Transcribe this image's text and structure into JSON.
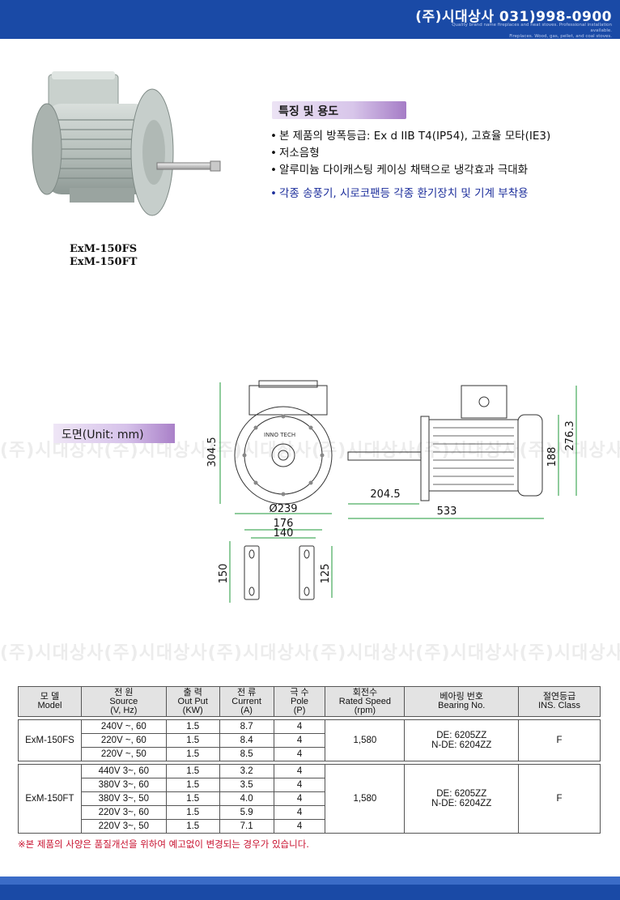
{
  "header": {
    "company_phone": "(주)시대상사 031)998-0900",
    "tagline_line1": "Quality brand name fireplaces and heat stoves. Professional installation available.",
    "tagline_line2": "Fireplaces. Wood, gas, pellet, and coal stoves."
  },
  "product": {
    "models": [
      "ExM-150FS",
      "ExM-150FT"
    ]
  },
  "features": {
    "title": "특징 및 용도",
    "items": [
      "본 제품의 방폭등급: Ex d IIB T4(IP54), 고효율 모타(IE3)",
      "저소음형",
      "알루미늄 다이캐스팅 케이싱 채택으로 냉각효과 극대화"
    ],
    "use": "각종 송풍기, 시로코팬등 각종 환기장치 및 기계 부착용"
  },
  "drawing": {
    "title": "도면(Unit: mm)",
    "brand_label": "INNO TECH",
    "dims": {
      "height": "304.5",
      "diameter": "Ø239",
      "shaft": "204.5",
      "length": "533",
      "h188": "188",
      "h2763": "276.3",
      "w176": "176",
      "w140": "140",
      "h150": "150",
      "h125": "125"
    }
  },
  "watermark": "(주)시대상사",
  "table": {
    "headers": [
      {
        "ko": "모 델",
        "en": "Model"
      },
      {
        "ko": "전 원",
        "en": "Source",
        "unit": "(V, Hz)"
      },
      {
        "ko": "출 력",
        "en": "Out Put",
        "unit": "(KW)"
      },
      {
        "ko": "전 류",
        "en": "Current",
        "unit": "(A)"
      },
      {
        "ko": "극 수",
        "en": "Pole",
        "unit": "(P)"
      },
      {
        "ko": "회전수",
        "en": "Rated Speed",
        "unit": "(rpm)"
      },
      {
        "ko": "베아링 번호",
        "en": "Bearing No."
      },
      {
        "ko": "절연등급",
        "en": "INS. Class"
      }
    ],
    "groups": [
      {
        "model": "ExM-150FS",
        "speed": "1,580",
        "bearing_de": "DE: 6205ZZ",
        "bearing_nde": "N-DE: 6204ZZ",
        "ins_class": "F",
        "rows": [
          {
            "source": "240V ~, 60",
            "output": "1.5",
            "current": "8.7",
            "pole": "4"
          },
          {
            "source": "220V ~, 60",
            "output": "1.5",
            "current": "8.4",
            "pole": "4"
          },
          {
            "source": "220V ~, 50",
            "output": "1.5",
            "current": "8.5",
            "pole": "4"
          }
        ]
      },
      {
        "model": "ExM-150FT",
        "speed": "1,580",
        "bearing_de": "DE: 6205ZZ",
        "bearing_nde": "N-DE: 6204ZZ",
        "ins_class": "F",
        "rows": [
          {
            "source": "440V 3~, 60",
            "output": "1.5",
            "current": "3.2",
            "pole": "4"
          },
          {
            "source": "380V 3~, 60",
            "output": "1.5",
            "current": "3.5",
            "pole": "4"
          },
          {
            "source": "380V 3~, 50",
            "output": "1.5",
            "current": "4.0",
            "pole": "4"
          },
          {
            "source": "220V 3~, 60",
            "output": "1.5",
            "current": "5.9",
            "pole": "4"
          },
          {
            "source": "220V 3~, 50",
            "output": "1.5",
            "current": "7.1",
            "pole": "4"
          }
        ]
      }
    ]
  },
  "footnote": "※본 제품의 사양은 품질개선을 위하여 예고없이 변경되는 경우가 있습니다.",
  "colors": {
    "header_blue": "#1a4aa6",
    "use_text_blue": "#1d2f9c",
    "note_red": "#c8102e",
    "dim_green": "#1f9a3a"
  }
}
